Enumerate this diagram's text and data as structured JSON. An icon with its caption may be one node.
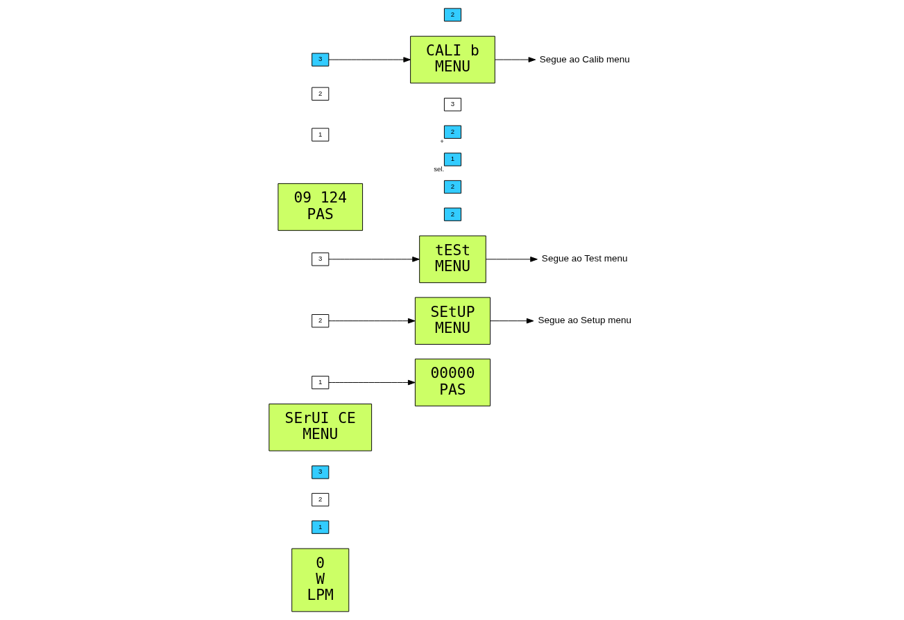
{
  "diagram": {
    "nodes": [
      {
        "text": [
          "0",
          "W",
          "LPM"
        ]
      },
      {
        "text": [
          "1"
        ]
      },
      {
        "text": [
          "2"
        ]
      },
      {
        "text": [
          "3"
        ]
      },
      {
        "text": [
          "SErUI CE",
          "MENU"
        ]
      },
      {
        "text": [
          "1"
        ]
      },
      {
        "text": [
          "2"
        ]
      },
      {
        "text": [
          "3"
        ]
      },
      {
        "text": [
          "tESt",
          "MENU"
        ]
      },
      {
        "text": [
          "2"
        ]
      },
      {
        "text": [
          "Segue ao Test menu"
        ]
      },
      {
        "text": [
          "SEtUP",
          "MENU"
        ]
      },
      {
        "text": [
          "2"
        ]
      },
      {
        "text": [
          "Segue ao Setup menu"
        ]
      },
      {
        "text": [
          "00000",
          "PAS"
        ]
      },
      {
        "text": [
          "1"
        ],
        "beside": [
          "sel."
        ]
      },
      {
        "text": [
          "2"
        ],
        "beside": [
          "+"
        ]
      },
      {
        "text": [
          "3"
        ]
      },
      {
        "text": [
          "09 124",
          "PAS"
        ]
      },
      {
        "text": [
          "1"
        ]
      },
      {
        "text": [
          "2"
        ]
      },
      {
        "text": [
          "3"
        ]
      },
      {
        "text": [
          "CALI b",
          "MENU"
        ]
      },
      {
        "text": [
          "2"
        ]
      },
      {
        "text": [
          "Segue ao Calib menu"
        ]
      }
    ],
    "edges": [
      {
        "from": 7,
        "to": 8,
        "arrow": "to"
      },
      {
        "from": 6,
        "to": 11,
        "arrow": "to"
      },
      {
        "from": 5,
        "to": 14,
        "arrow": "to"
      },
      {
        "from": 8,
        "to": 10,
        "arrow": "to"
      },
      {
        "from": 11,
        "to": 13,
        "arrow": "to"
      },
      {
        "from": 21,
        "to": 22,
        "arrow": "to"
      },
      {
        "from": 22,
        "to": 24,
        "arrow": "to"
      }
    ]
  }
}
